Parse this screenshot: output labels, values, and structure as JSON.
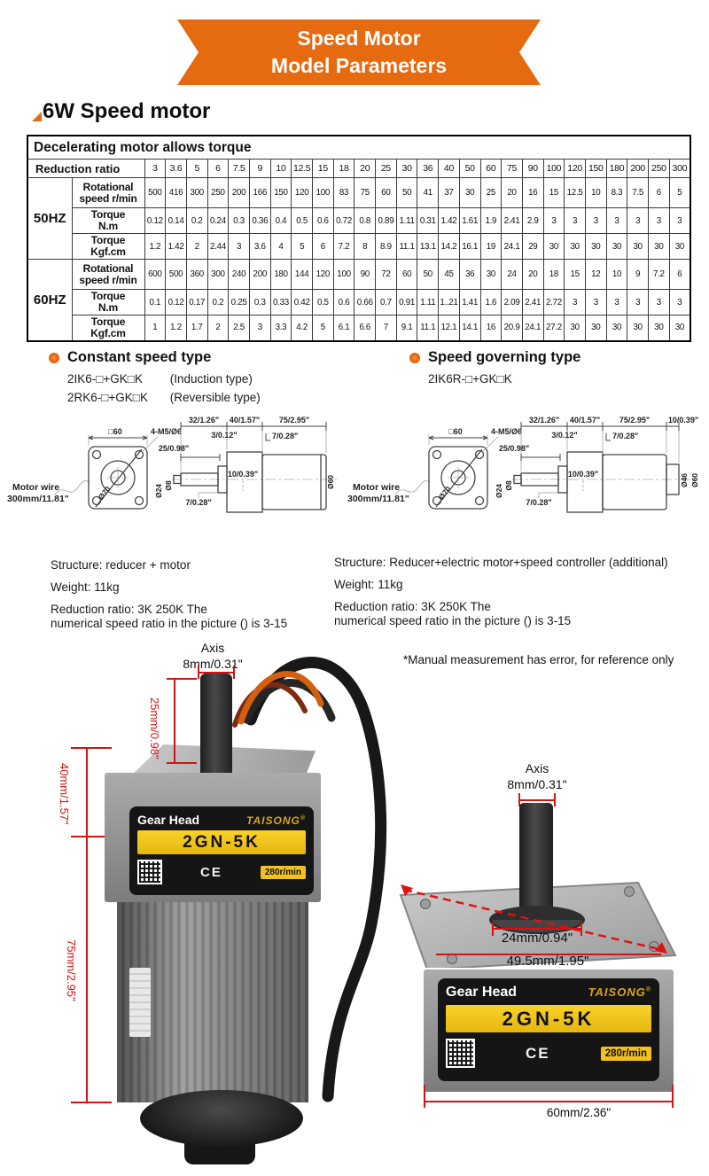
{
  "banner": {
    "line1": "Speed Motor",
    "line2": "Model Parameters"
  },
  "page_title": "6W Speed motor",
  "table": {
    "caption": "Decelerating motor allows torque",
    "reduction_ratio_label": "Reduction ratio",
    "ratios": [
      "3",
      "3.6",
      "5",
      "6",
      "7.5",
      "9",
      "10",
      "12.5",
      "15",
      "18",
      "20",
      "25",
      "30",
      "36",
      "40",
      "50",
      "60",
      "75",
      "90",
      "100",
      "120",
      "150",
      "180",
      "200",
      "250",
      "300"
    ],
    "groups": [
      {
        "freq": "50HZ",
        "rows": [
          {
            "label1": "Rotational",
            "label2": "speed r/min",
            "values": [
              "500",
              "416",
              "300",
              "250",
              "200",
              "166",
              "150",
              "120",
              "100",
              "83",
              "75",
              "60",
              "50",
              "41",
              "37",
              "30",
              "25",
              "20",
              "16",
              "15",
              "12.5",
              "10",
              "8.3",
              "7.5",
              "6",
              "5"
            ]
          },
          {
            "label1": "Torque",
            "label2": "N.m",
            "values": [
              "0.12",
              "0.14",
              "0.2",
              "0.24",
              "0.3",
              "0.36",
              "0.4",
              "0.5",
              "0.6",
              "0.72",
              "0.8",
              "0.89",
              "1.11",
              "0.31",
              "1.42",
              "1.61",
              "1.9",
              "2.41",
              "2.9",
              "3",
              "3",
              "3",
              "3",
              "3",
              "3",
              "3"
            ]
          },
          {
            "label1": "Torque",
            "label2": "Kgf.cm",
            "values": [
              "1.2",
              "1.42",
              "2",
              "2.44",
              "3",
              "3.6",
              "4",
              "5",
              "6",
              "7.2",
              "8",
              "8.9",
              "11.1",
              "13.1",
              "14.2",
              "16.1",
              "19",
              "24.1",
              "29",
              "30",
              "30",
              "30",
              "30",
              "30",
              "30",
              "30"
            ]
          }
        ]
      },
      {
        "freq": "60HZ",
        "rows": [
          {
            "label1": "Rotational",
            "label2": "speed r/min",
            "values": [
              "600",
              "500",
              "360",
              "300",
              "240",
              "200",
              "180",
              "144",
              "120",
              "100",
              "90",
              "72",
              "60",
              "50",
              "45",
              "36",
              "30",
              "24",
              "20",
              "18",
              "15",
              "12",
              "10",
              "9",
              "7.2",
              "6"
            ]
          },
          {
            "label1": "Torque",
            "label2": "N.m",
            "values": [
              "0.1",
              "0.12",
              "0.17",
              "0.2",
              "0.25",
              "0.3",
              "0.33",
              "0.42",
              "0.5",
              "0.6",
              "0.66",
              "0.7",
              "0.91",
              "1.11",
              "1..21",
              "1.41",
              "1.6",
              "2.09",
              "2.41",
              "2.72",
              "3",
              "3",
              "3",
              "3",
              "3",
              "3"
            ]
          },
          {
            "label1": "Torque",
            "label2": "Kgf.cm",
            "values": [
              "1",
              "1.2",
              "1.7",
              "2",
              "2.5",
              "3",
              "3.3",
              "4.2",
              "5",
              "6.1",
              "6.6",
              "7",
              "9.1",
              "11.1",
              "12.1",
              "14.1",
              "16",
              "20.9",
              "24.1",
              "27.2",
              "30",
              "30",
              "30",
              "30",
              "30",
              "30"
            ]
          }
        ]
      }
    ]
  },
  "types": {
    "constant": {
      "title": "Constant speed type",
      "models": [
        {
          "code": "2IK6-□+GK□K",
          "desc": "(Induction type)"
        },
        {
          "code": "2RK6-□+GK□K",
          "desc": "(Reversible type)"
        }
      ]
    },
    "governing": {
      "title": "Speed governing type",
      "models": [
        {
          "code": "2IK6R-□+GK□K",
          "desc": ""
        }
      ]
    }
  },
  "drawing": {
    "square": "□60",
    "holes": "4-M5/Ø6",
    "len32": "32/1.26\"",
    "len40": "40/1.57\"",
    "len75": "75/2.95\"",
    "step3": "3/0.12\"",
    "step7": "7/0.28\"",
    "shaft25": "25/0.98\"",
    "dia24": "Ø24",
    "dia8": "Ø8",
    "key10": "10/0.39\"",
    "under7": "7/0.28\"",
    "dia70": "Ø70",
    "dia60": "Ø60",
    "dia46": "Ø46",
    "rear10": "10/0.39\"",
    "wire1": "Motor wire",
    "wire2": "300mm/11.81\""
  },
  "specs": {
    "left": {
      "structure": "Structure:  reducer + motor",
      "weight": "Weight:  11kg",
      "ratio1": "Reduction ratio:  3K 250K The",
      "ratio2": "numerical speed ratio in the picture () is 3-15"
    },
    "right": {
      "structure": "Structure:  Reducer+electric motor+speed controller (additional)",
      "weight": "Weight:  11kg",
      "ratio1": "Reduction ratio:  3K 250K The",
      "ratio2": "numerical speed ratio in the picture () is 3-15"
    }
  },
  "note": "*Manual measurement has error, for reference only",
  "photo_left": {
    "axis": "Axis",
    "axis_dim": "8mm/0.31\"",
    "len25": "25mm/0.98\"",
    "len40": "40mm/1.57\"",
    "len75": "75mm/2.95\""
  },
  "photo_right": {
    "axis": "Axis",
    "axis_dim": "8mm/0.31\"",
    "len24": "24mm/0.94\"",
    "len49": "49.5mm/1.95\"",
    "len60": "60mm/2.36\""
  },
  "label_plate": {
    "title": "Gear Head",
    "brand": "TAISONG",
    "reg": "®",
    "model": "2GN-5K",
    "ce": "CE",
    "speed": "280r/min"
  },
  "colors": {
    "accent": "#e66a10",
    "dim_red": "#d31313",
    "label_yellow": "#f2c11d"
  }
}
